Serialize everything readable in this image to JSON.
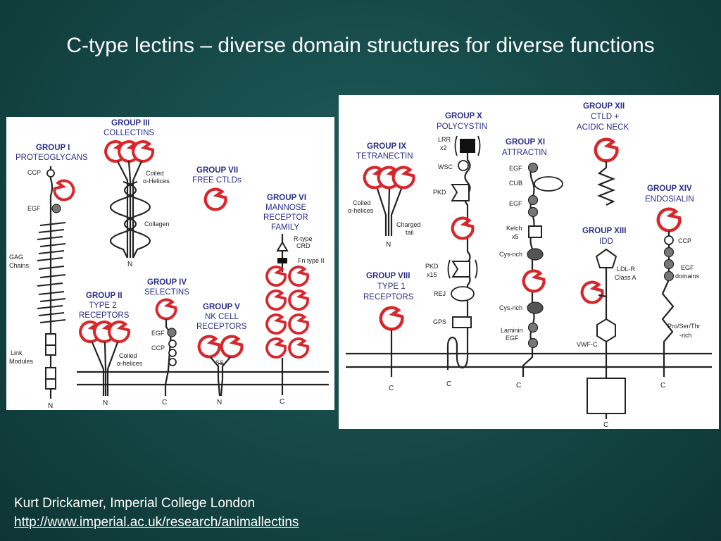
{
  "slide": {
    "title": "C-type lectins – diverse domain structures for diverse functions",
    "credit_name": "Kurt Drickamer, Imperial College London",
    "credit_url": "http://www.imperial.ac.uk/research/animallectins"
  },
  "colors": {
    "background": "#154746",
    "group_text": "#2b2e8a",
    "crd_outline": "#d8262b"
  },
  "left_panel": {
    "group1": {
      "title": "GROUP I",
      "sub": "PROTEOGLYCANS",
      "ccp": "CCP",
      "egf": "EGF",
      "gag1": "GAG",
      "gag2": "Chains",
      "link1": "Link",
      "link2": "Modules",
      "terminus": "N"
    },
    "group3": {
      "title": "GROUP III",
      "sub": "COLLECTINS",
      "coiled1": "Coiled",
      "coiled2": "α-Helices",
      "collagen": "Collagen",
      "terminus": "N"
    },
    "group7": {
      "title": "GROUP VII",
      "sub": "FREE CTLDs"
    },
    "group6": {
      "title": "GROUP VI",
      "sub1": "MANNOSE",
      "sub2": "RECEPTOR",
      "sub3": "FAMILY",
      "rtype1": "R-type",
      "rtype2": "CRD",
      "fn": "Fn type II",
      "terminus": "C"
    },
    "group2": {
      "title": "GROUP II",
      "sub1": "TYPE 2",
      "sub2": "RECEPTORS",
      "coiled1": "Coiled",
      "coiled2": "α-helices",
      "terminus": "N"
    },
    "group4": {
      "title": "GROUP IV",
      "sub": "SELECTINS",
      "egf": "EGF",
      "ccp": "CCP",
      "terminus": "C"
    },
    "group5": {
      "title": "GROUP V",
      "sub1": "NK CELL",
      "sub2": "RECEPTORS",
      "ss": "SS",
      "terminus": "N"
    }
  },
  "right_panel": {
    "group9": {
      "title": "GROUP IX",
      "sub": "TETRANECTIN",
      "coiled1": "Coiled",
      "coiled2": "α-helices",
      "charged1": "Charged",
      "charged2": "tail",
      "terminus": "N"
    },
    "group8": {
      "title": "GROUP VIII",
      "sub1": "TYPE 1",
      "sub2": "RECEPTORS",
      "terminus": "C"
    },
    "group10": {
      "title": "GROUP X",
      "sub": "POLYCYSTIN",
      "lrr1": "LRR",
      "lrr2": "x2",
      "wsc": "WSC",
      "pkd": "PKD",
      "pkdx1": "PKD",
      "pkdx2": "x15",
      "rej": "REJ",
      "gps": "GPS",
      "terminus": "C"
    },
    "group11": {
      "title": "GROUP XI",
      "sub": "ATTRACTIN",
      "egf1": "EGF",
      "cub": "CUB",
      "egf2": "EGF",
      "kelch1": "Kelch",
      "kelch2": "x5",
      "cys1": "Cys-rich",
      "cys2": "Cys-rich",
      "laminin1": "Laminin",
      "laminin2": "EGF",
      "terminus": "C"
    },
    "group12": {
      "title": "GROUP XII",
      "sub1": "CTLD +",
      "sub2": "ACIDIC NECK"
    },
    "group13": {
      "title": "GROUP XIII",
      "sub": "IDD",
      "ldl1": "LDL-R",
      "ldl2": "Class A",
      "vwf": "VWF-C",
      "terminus": "C"
    },
    "group14": {
      "title": "GROUP XIV",
      "sub": "ENDOSIALIN",
      "ccp": "CCP",
      "egf1": "EGF",
      "egf2": "domains",
      "pro1": "Pro/Ser/Thr",
      "pro2": "-rich",
      "terminus": "C"
    }
  }
}
